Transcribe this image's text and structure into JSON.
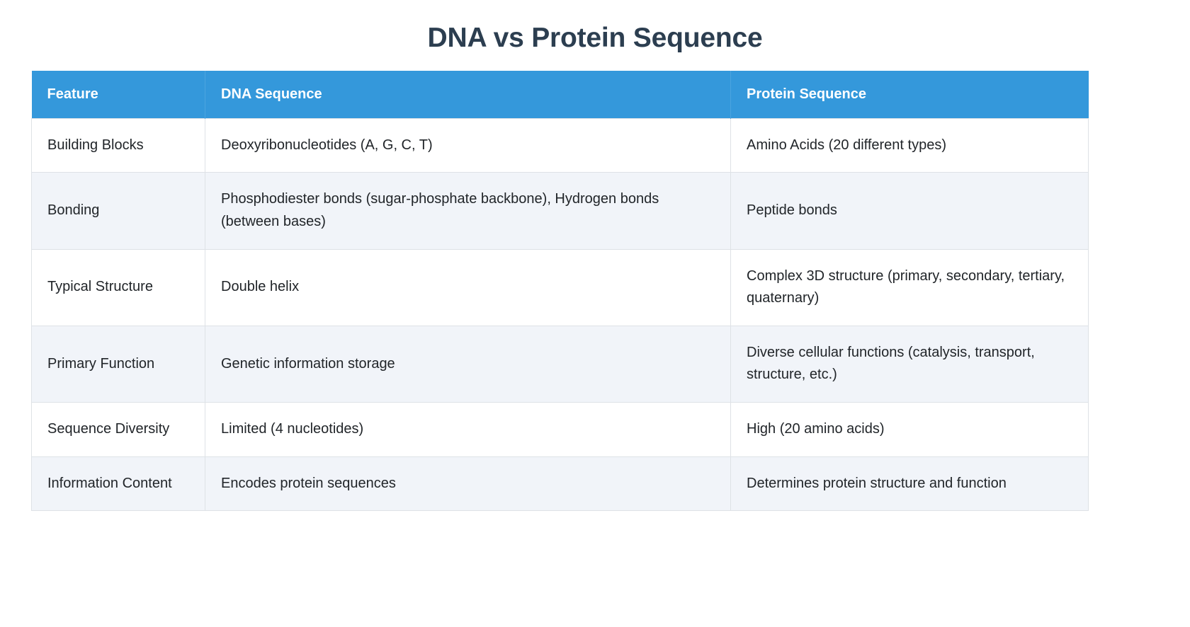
{
  "page": {
    "title": "DNA vs Protein Sequence",
    "background_color": "#ffffff",
    "title_color": "#2c3e50"
  },
  "table": {
    "header_background": "#3498db",
    "header_text_color": "#ffffff",
    "stripe_color": "#f1f4f9",
    "border_color": "#dee2e6",
    "columns": [
      "Feature",
      "DNA Sequence",
      "Protein Sequence"
    ],
    "rows": [
      {
        "feature": "Building Blocks",
        "dna": "Deoxyribonucleotides (A, G, C, T)",
        "protein": "Amino Acids (20 different types)"
      },
      {
        "feature": "Bonding",
        "dna": "Phosphodiester bonds (sugar-phosphate backbone), Hydrogen bonds (between bases)",
        "protein": "Peptide bonds"
      },
      {
        "feature": "Typical Structure",
        "dna": "Double helix",
        "protein": "Complex 3D structure (primary, secondary, tertiary, quaternary)"
      },
      {
        "feature": "Primary Function",
        "dna": "Genetic information storage",
        "protein": "Diverse cellular functions (catalysis, transport, structure, etc.)"
      },
      {
        "feature": "Sequence Diversity",
        "dna": "Limited (4 nucleotides)",
        "protein": "High (20 amino acids)"
      },
      {
        "feature": "Information Content",
        "dna": "Encodes protein sequences",
        "protein": "Determines protein structure and function"
      }
    ]
  }
}
